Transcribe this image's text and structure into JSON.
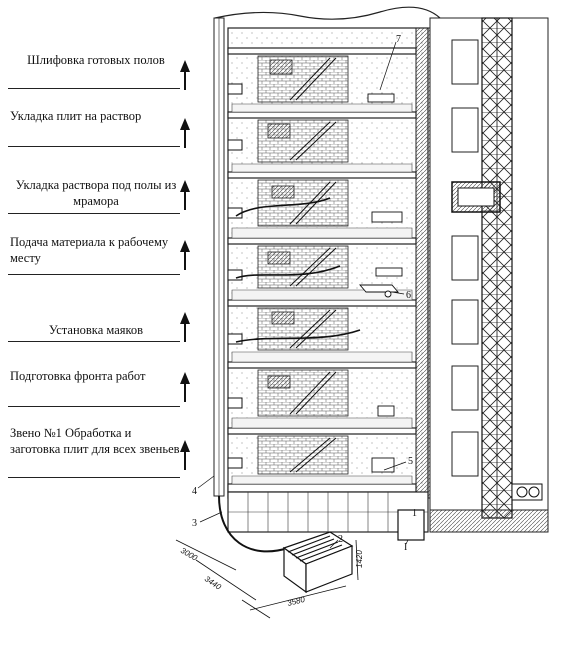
{
  "stages": [
    {
      "text": "Шлифовка готовых полов"
    },
    {
      "text": "Укладка плит на раствор"
    },
    {
      "text": "Укладка раствора под полы из мрамора"
    },
    {
      "text": "Подача материала к рабочему месту"
    },
    {
      "text": "Установка маяков"
    },
    {
      "text": "Подготовка фронта работ"
    },
    {
      "text": "Звено №1 Обработка и заготовка плит для всех звеньев"
    }
  ],
  "callouts": {
    "n1": "1",
    "n2": "2",
    "n3": "3",
    "n4": "4",
    "n5": "5",
    "n6": "6",
    "n7": "7",
    "nI": "I"
  },
  "dimensions": {
    "d1": "3000",
    "d2": "3440",
    "d3": "3580",
    "d4": "1420"
  }
}
